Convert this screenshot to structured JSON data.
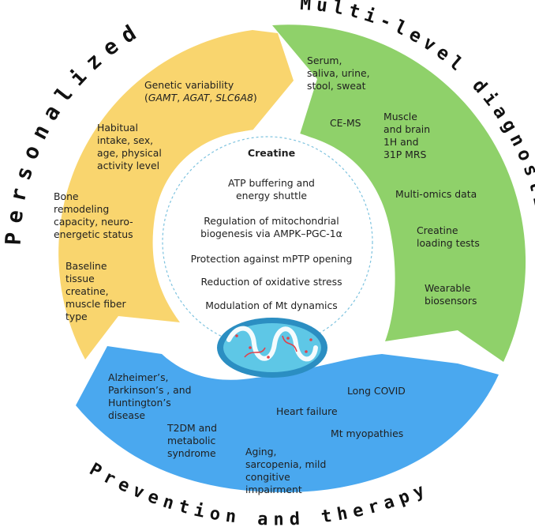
{
  "colors": {
    "personalized": "#f9d56e",
    "diagnostics": "#8fd16a",
    "prevention": "#4aa8ef",
    "inner_ring": "#7ec3df",
    "mito_outer": "#2b8ec2",
    "mito_inner": "#5ec7e6",
    "mito_cristae": "#f4fbfd",
    "mito_dots": "#e0424b"
  },
  "arc_titles": {
    "personalized": "Personalized",
    "diagnostics": "Multi-level diagnostics",
    "prevention": "Prevention and therapy"
  },
  "center": {
    "title": "Creatine",
    "items": [
      [
        "ATP buffering and",
        "energy shuttle"
      ],
      [
        "Regulation of mitochondrial",
        "biogenesis via AMPK–PGC-1α"
      ],
      [
        "Protection against mPTP opening"
      ],
      [
        "Reduction of oxidative stress"
      ],
      [
        "Modulation of Mt dynamics"
      ]
    ],
    "icon": "mitochondrion-icon"
  },
  "personalized": {
    "genetic_title": "Genetic variability",
    "genes": [
      "GAMT",
      "AGAT",
      "SLC6A8"
    ],
    "items": [
      [
        "Habitual",
        "intake, sex,",
        "age, physical",
        "activity level"
      ],
      [
        "Bone",
        "remodeling",
        "capacity, neuro-",
        "energetic status"
      ],
      [
        "Baseline",
        "tissue",
        "creatine,",
        "muscle fiber",
        "type"
      ]
    ]
  },
  "diagnostics": {
    "items": [
      [
        "Serum,",
        "saliva, urine,",
        "stool, sweat"
      ],
      [
        "CE-MS"
      ],
      [
        "Muscle",
        "and brain",
        "1H and",
        "31P MRS"
      ],
      [
        "Multi-omics data"
      ],
      [
        "Creatine",
        "loading tests"
      ],
      [
        "Wearable",
        "biosensors"
      ]
    ]
  },
  "prevention": {
    "items": [
      [
        "Alzheimer’s,",
        "Parkinson’s , and",
        "Huntington’s",
        "disease"
      ],
      [
        "T2DM and",
        "metabolic",
        "syndrome"
      ],
      [
        "Aging,",
        "sarcopenia, mild",
        "congitive",
        "impairment"
      ],
      [
        "Heart failure"
      ],
      [
        "Long COVID"
      ],
      [
        "Mt myopathies"
      ]
    ]
  }
}
